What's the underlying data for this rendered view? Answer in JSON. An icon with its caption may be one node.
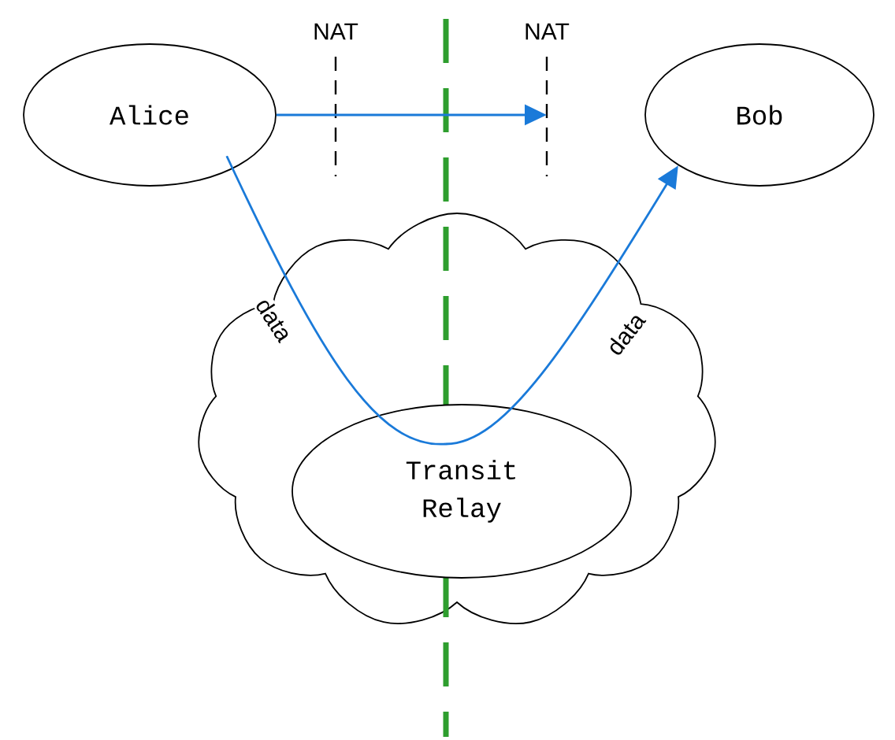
{
  "diagram": {
    "nodes": [
      {
        "text": [
          "Alice"
        ]
      },
      {
        "text": [
          "Bob"
        ]
      },
      {
        "text": [],
        "shape": "cloud"
      },
      {
        "text": [
          "Transit Relay"
        ],
        "in": 2
      }
    ],
    "edges": [
      {
        "from": 0,
        "to": null,
        "arrow": "to"
      },
      {
        "from": 0,
        "to": 3,
        "arrow": "none",
        "label": "data"
      },
      {
        "from": 3,
        "to": 1,
        "arrow": "to",
        "label": "data"
      }
    ],
    "labels": [
      "NAT",
      "NAT"
    ]
  }
}
